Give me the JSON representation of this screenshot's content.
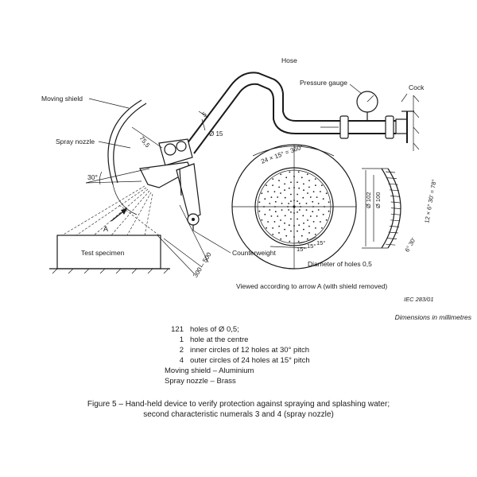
{
  "labels": {
    "hose": "Hose",
    "pressure_gauge": "Pressure gauge",
    "cock": "Cock",
    "moving_shield": "Moving shield",
    "spray_nozzle": "Spray nozzle",
    "angle_30": "30°",
    "dim_75_5": "75,5",
    "dim_5": "5",
    "dia_15": "Ø 15",
    "test_specimen": "Test specimen",
    "arrow_a": "A",
    "counterweight": "Counterweight",
    "dim_300_500": "300 – 500",
    "pitch_24x15": "24 × 15° = 360°",
    "dia_102": "Ø 102",
    "dia_100": "Ø 100",
    "pitch_12x6": "12 × 6° 30' = 78°",
    "angle_6_30": "6° 30'",
    "pitch_15_a": "15°",
    "pitch_15_b": "15°",
    "pitch_15_c": "15°",
    "diameter_holes": "Diameter of holes 0,5",
    "viewed": "Viewed according to arrow A (with shield removed)",
    "iec_ref": "IEC   283/01",
    "dimensions": "Dimensions in millimetres"
  },
  "legend": [
    {
      "num": "121",
      "text": "holes of Ø 0,5;"
    },
    {
      "num": "1",
      "text": "hole at the centre"
    },
    {
      "num": "2",
      "text": "inner circles of 12 holes at 30° pitch"
    },
    {
      "num": "4",
      "text": "outer circles of 24 holes at 15° pitch"
    },
    {
      "num": "",
      "text": "Moving shield – Aluminium"
    },
    {
      "num": "",
      "text": "Spray nozzle – Brass"
    }
  ],
  "caption": {
    "line1": "Figure 5 – Hand-held device to verify protection against spraying and splashing water;",
    "line2": "second characteristic numerals 3 and 4 (spray nozzle)"
  }
}
